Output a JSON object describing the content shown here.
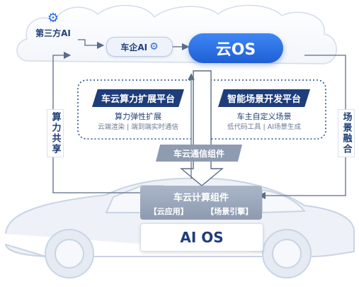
{
  "cloud": {
    "os_label": "云OS",
    "oem_ai_label": "车企AI",
    "third_party_label": "第三方AI"
  },
  "platforms": [
    {
      "title": "车云算力扩展平台",
      "subtitle": "算力弹性扩展",
      "detail": "云端渲染 | 端到端实时通信"
    },
    {
      "title": "智能场景开发平台",
      "subtitle": "车主自定义场景",
      "detail": "低代码工具 | AI场景生成"
    }
  ],
  "comm_component": "车云通信组件",
  "side_labels": {
    "left": "算力共享",
    "right": "场景融合"
  },
  "compute_component": {
    "title": "车云计算组件",
    "items": [
      "【云应用】",
      "【场景引擎】"
    ]
  },
  "ai_os": "AI OS",
  "colors": {
    "accent": "#2a6ae0",
    "dark_blue": "#1e3d7a",
    "gray": "#9aa6ba"
  }
}
